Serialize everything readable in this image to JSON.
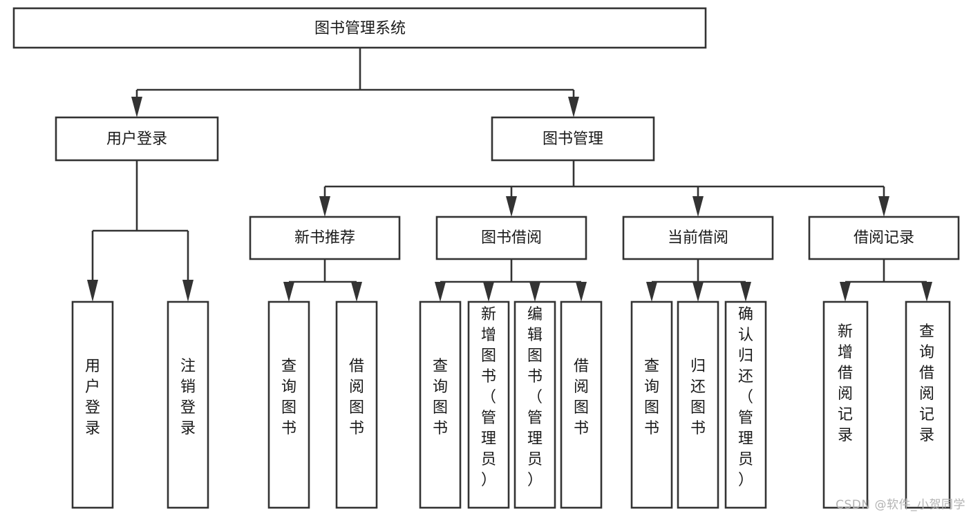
{
  "diagram": {
    "title": "图书管理系统",
    "type": "tree-hierarchy-chart",
    "root": {
      "id": "root",
      "label": "图书管理系统"
    },
    "level2": [
      {
        "id": "user-login",
        "label": "用户登录"
      },
      {
        "id": "book-management",
        "label": "图书管理"
      }
    ],
    "level3": [
      {
        "id": "new-book-recommend",
        "label": "新书推荐",
        "parent": "book-management"
      },
      {
        "id": "book-borrow",
        "label": "图书借阅",
        "parent": "book-management"
      },
      {
        "id": "current-borrow",
        "label": "当前借阅",
        "parent": "book-management"
      },
      {
        "id": "borrow-record",
        "label": "借阅记录",
        "parent": "book-management"
      }
    ],
    "leaves": {
      "user-login": [
        {
          "id": "leaf-user-login",
          "label": "用户登录"
        },
        {
          "id": "leaf-user-logout",
          "label": "注销登录"
        }
      ],
      "new-book-recommend": [
        {
          "id": "leaf-query-book-1",
          "label": "查询图书"
        },
        {
          "id": "leaf-borrow-book-1",
          "label": "借阅图书"
        }
      ],
      "book-borrow": [
        {
          "id": "leaf-query-book-2",
          "label": "查询图书"
        },
        {
          "id": "leaf-add-book",
          "label": "新增图书（管理员）"
        },
        {
          "id": "leaf-edit-book",
          "label": "编辑图书（管理员）"
        },
        {
          "id": "leaf-borrow-book-2",
          "label": "借阅图书"
        }
      ],
      "current-borrow": [
        {
          "id": "leaf-query-book-3",
          "label": "查询图书"
        },
        {
          "id": "leaf-return-book",
          "label": "归还图书"
        },
        {
          "id": "leaf-confirm-return",
          "label": "确认归还（管理员）"
        }
      ],
      "borrow-record": [
        {
          "id": "leaf-add-record",
          "label": "新增借阅记录"
        },
        {
          "id": "leaf-query-record",
          "label": "查询借阅记录"
        }
      ]
    },
    "colors": {
      "stroke": "#333333",
      "fill": "#ffffff",
      "text": "#1a1a1a",
      "watermark": "#b3b3b3",
      "background": "#ffffff"
    }
  },
  "watermark": {
    "text": "CSDN @软件_小贺同学"
  }
}
